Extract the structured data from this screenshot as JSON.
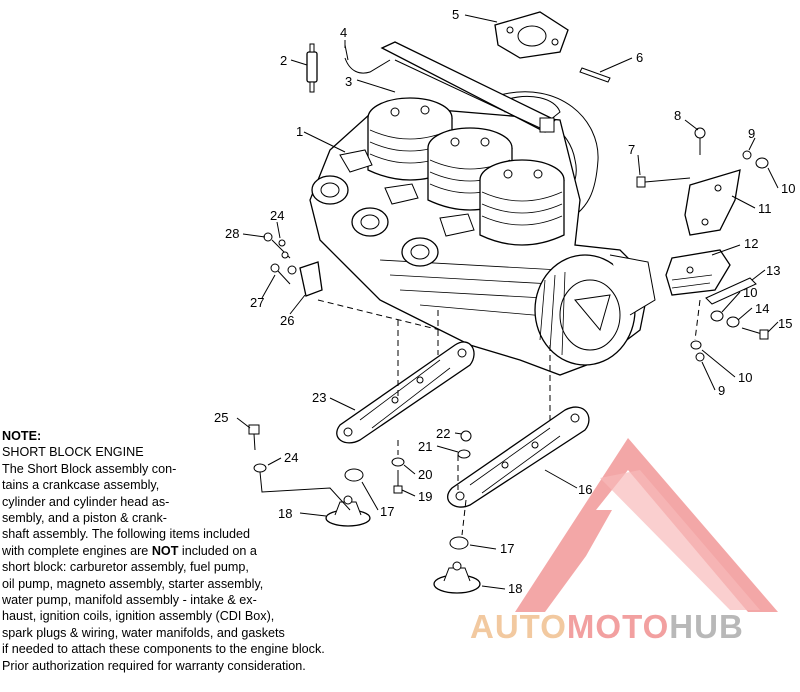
{
  "callouts": {
    "c1": "1",
    "c2": "2",
    "c3": "3",
    "c4": "4",
    "c5": "5",
    "c6": "6",
    "c7": "7",
    "c8": "8",
    "c9a": "9",
    "c10a": "10",
    "c11": "11",
    "c12": "12",
    "c13": "13",
    "c10b": "10",
    "c14": "14",
    "c15": "15",
    "c10c": "10",
    "c9b": "9",
    "c16": "16",
    "c17a": "17",
    "c18a": "18",
    "c17b": "17",
    "c18b": "18",
    "c19": "19",
    "c20": "20",
    "c21": "21",
    "c22": "22",
    "c23": "23",
    "c24a": "24",
    "c25": "25",
    "c24b": "24",
    "c26": "26",
    "c27": "27",
    "c28": "28"
  },
  "note": {
    "title": "NOTE:",
    "subtitle": "SHORT BLOCK ENGINE",
    "lines": [
      "The Short Block assembly con-",
      "tains a crankcase assembly,",
      "cylinder and cylinder head as-",
      "sembly, and a piston & crank-",
      "shaft assembly.  The following items included",
      "short block:  carburetor assembly, fuel pump,",
      "oil pump, magneto assembly, starter assembly,",
      "water pump, manifold assembly - intake & ex-",
      "haust, ignition coils, ignition assembly (CDI Box),",
      "spark plugs & wiring, water manifolds, and gaskets",
      "if needed to attach these components to the engine block.",
      "Prior authorization required for warranty consideration."
    ],
    "line6_pre": "with complete engines are ",
    "line6_bold": "NOT",
    "line6_post": " included on a"
  },
  "watermark": {
    "part1": "AUTO",
    "part2": "MOTO",
    "part3": "HUB",
    "color1": "#f2c9a0",
    "color2": "#f2a0a0",
    "color3": "#b8b8b8",
    "triangle_color": "#f08a8a"
  }
}
